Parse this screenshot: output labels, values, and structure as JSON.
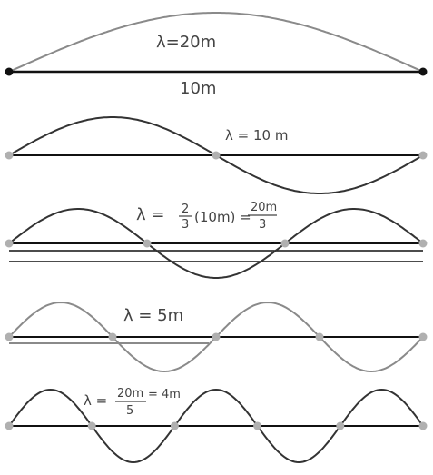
{
  "harmonics": [
    {
      "label": "λ=20m",
      "length_label": "10m",
      "wavelength_m": 20,
      "half_waves": 1
    },
    {
      "label": "λ = 10 m",
      "wavelength_m": 10,
      "half_waves": 2
    },
    {
      "label_lhs": "λ =",
      "label_frac1_num": "2",
      "label_frac1_den": "3",
      "label_mid": "(10m) =",
      "label_frac2_num": "20m",
      "label_frac2_den": "3",
      "wavelength_m": 6.667,
      "half_waves": 3
    },
    {
      "label": "λ = 5m",
      "wavelength_m": 5,
      "half_waves": 4
    },
    {
      "label_lhs": "λ =",
      "label_frac_num": "20m",
      "label_frac_den": "5",
      "label_rhs": "= 4m",
      "wavelength_m": 4,
      "half_waves": 5
    }
  ],
  "colors": {
    "string": "#111111",
    "wave_dark": "#333333",
    "wave_light": "#8a8a8a",
    "node": "#b0b0b0",
    "end_node_dark": "#111111"
  }
}
